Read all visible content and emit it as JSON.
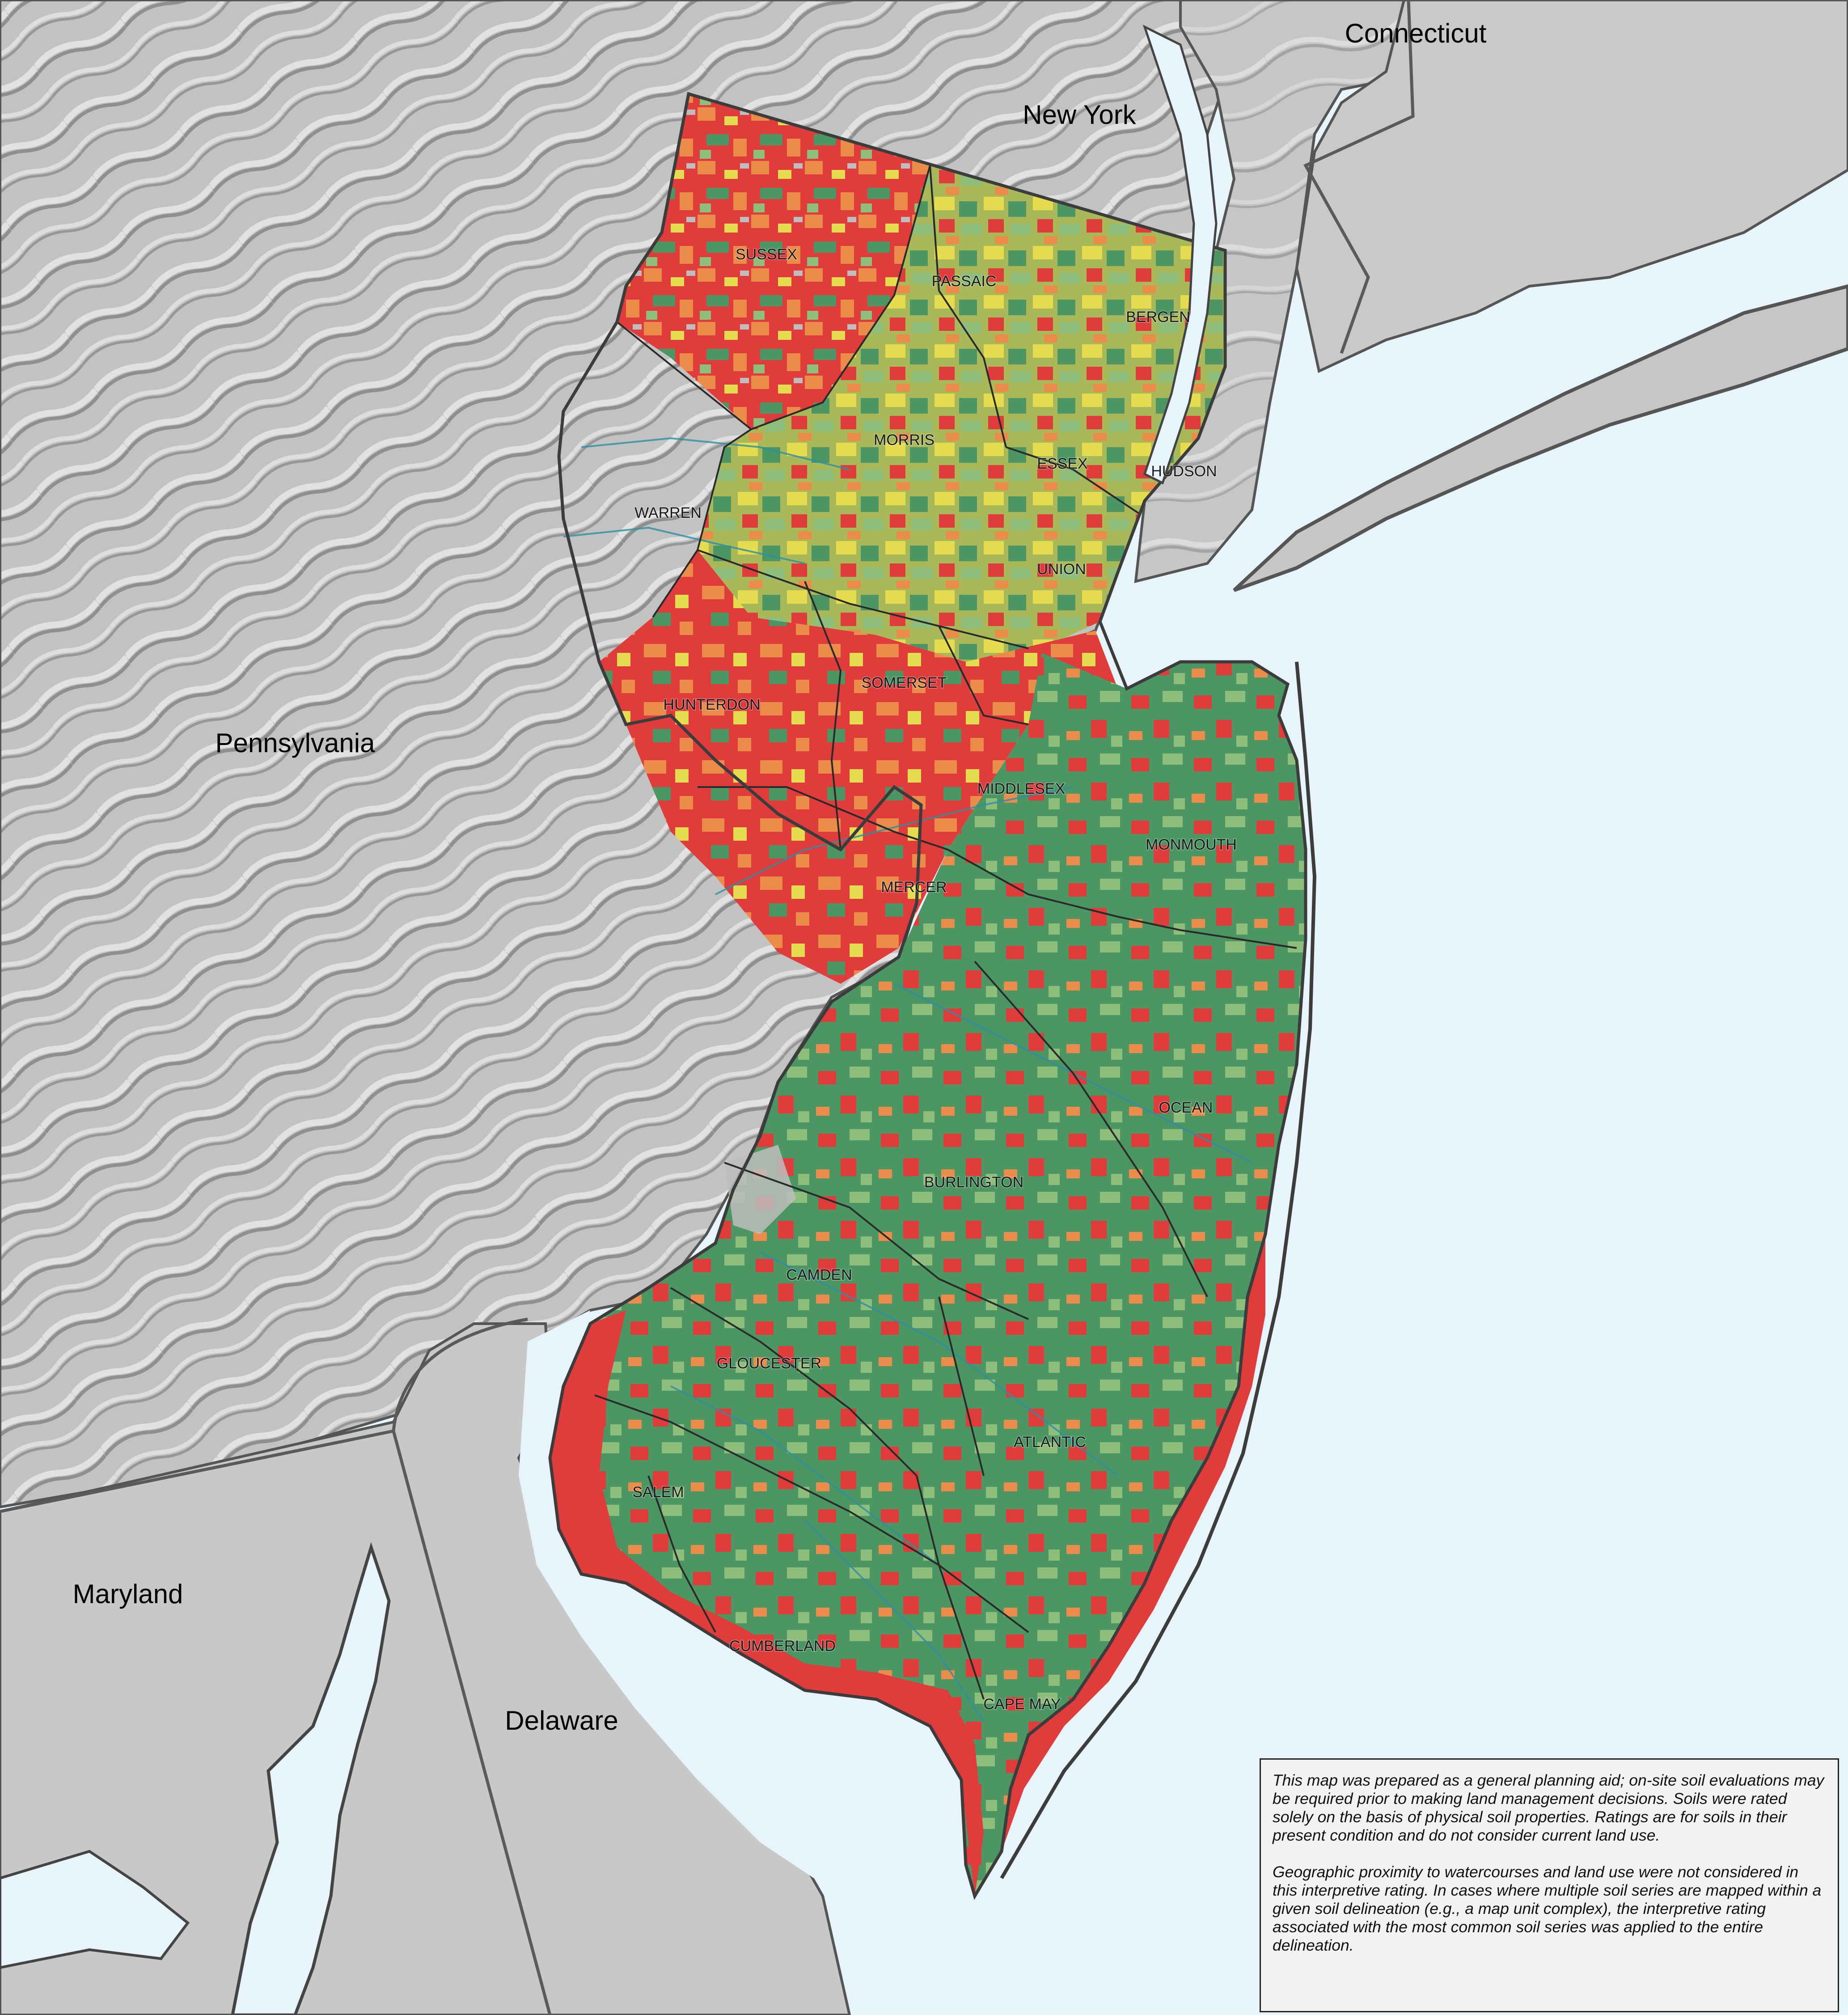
{
  "map": {
    "states": [
      {
        "id": "connecticut",
        "label": "Connecticut"
      },
      {
        "id": "new-york",
        "label": "New York"
      },
      {
        "id": "pennsylvania",
        "label": "Pennsylvania"
      },
      {
        "id": "maryland",
        "label": "Maryland"
      },
      {
        "id": "delaware",
        "label": "Delaware"
      }
    ],
    "counties": [
      "SUSSEX",
      "PASSAIC",
      "BERGEN",
      "MORRIS",
      "ESSEX",
      "HUDSON",
      "WARREN",
      "UNION",
      "HUNTERDON",
      "SOMERSET",
      "MIDDLESEX",
      "MONMOUTH",
      "MERCER",
      "OCEAN",
      "BURLINGTON",
      "CAMDEN",
      "GLOUCESTER",
      "ATLANTIC",
      "SALEM",
      "CUMBERLAND",
      "CAPE MAY"
    ],
    "colors": {
      "water": "#e8f4fc",
      "land": "#c4c4c4",
      "rating_green": "#4b9663",
      "rating_light_green": "#8dbe7c",
      "rating_yellow": "#e6dc4f",
      "rating_orange": "#eb8c4b",
      "rating_red": "#e03c3c",
      "unrated": "#bdbdbd",
      "streams": "#2e8fa0",
      "boundary": "#333333"
    }
  },
  "disclaimer": {
    "paragraph_1": "This map was prepared as a general planning aid; on-site soil evaluations may be required prior to making land management decisions. Soils were rated solely on the basis of physical soil properties. Ratings are for soils in their present condition and do not consider current land use.",
    "paragraph_2": "Geographic proximity to watercourses and land use were not considered in this interpretive rating. In cases where multiple soil series are mapped within a given soil delineation (e.g., a map unit complex), the interpretive rating associated with the most common soil series was applied to the entire delineation."
  }
}
